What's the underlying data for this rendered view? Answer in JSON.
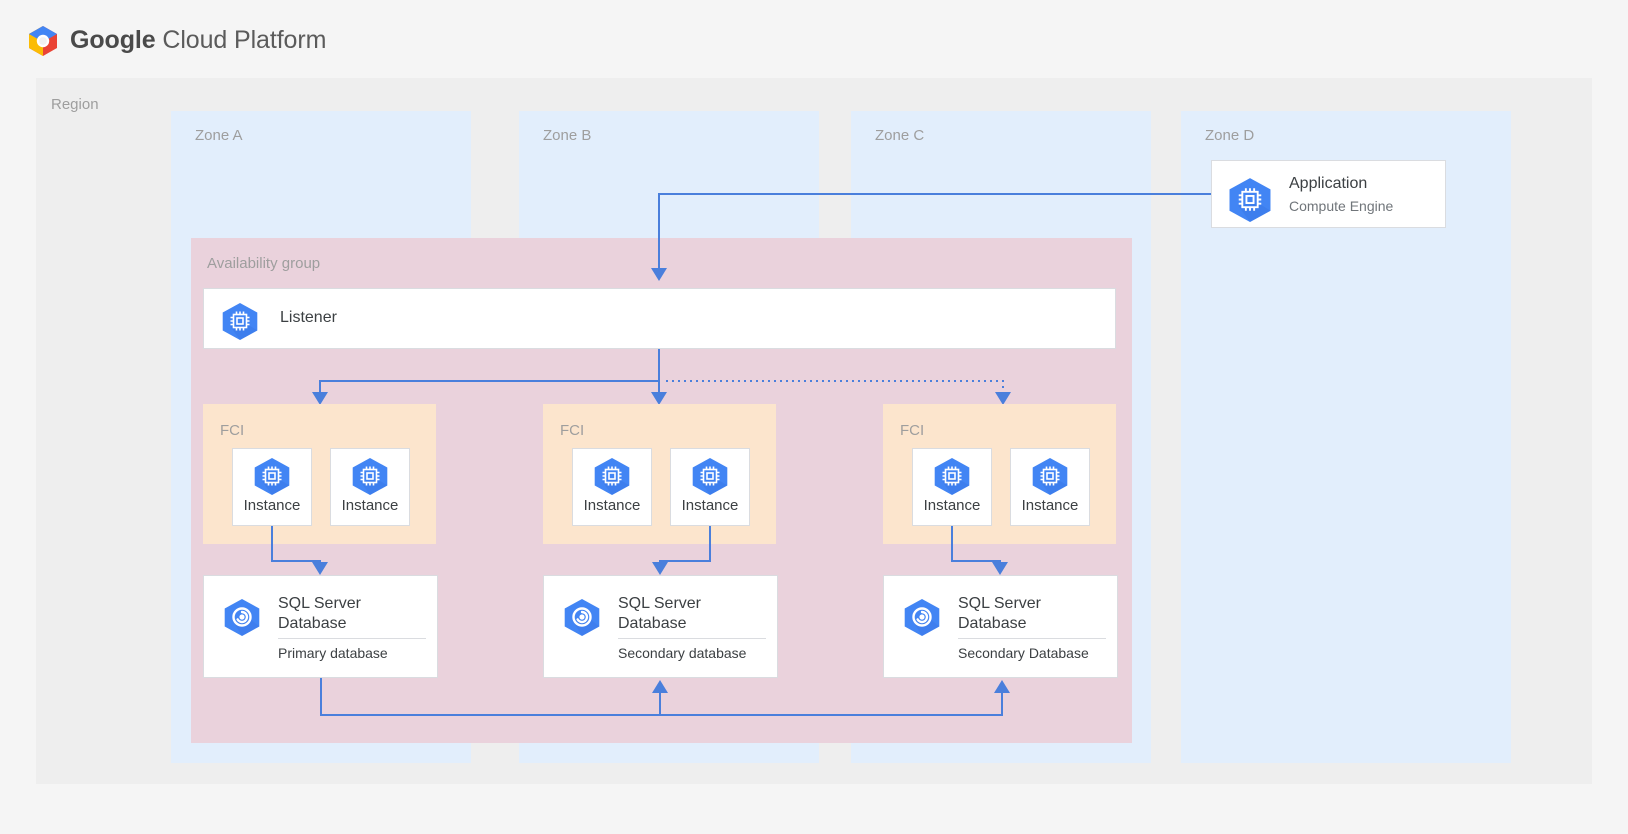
{
  "header": {
    "logo_icon": "google-cloud-platform-logo",
    "brand_google": "Google",
    "brand_rest": " Cloud Platform",
    "brand_full": "Google Cloud Platform"
  },
  "colors": {
    "page_bg": "#f5f5f5",
    "region_bg": "#eeeeee",
    "zone_bg": "#e2eefc",
    "availability_group_bg": "#ead2dc",
    "fci_bg": "#fce5cd",
    "card_bg": "#ffffff",
    "card_border": "#dadce0",
    "connector": "#4a7fdc",
    "icon_blue": "#4285f4",
    "label_gray": "#9e9e9e",
    "text_dark": "#3c4043",
    "text_sub": "#70757a"
  },
  "region": {
    "label": "Region"
  },
  "zones": [
    {
      "id": "a",
      "label": "Zone A"
    },
    {
      "id": "b",
      "label": "Zone B"
    },
    {
      "id": "c",
      "label": "Zone C"
    },
    {
      "id": "d",
      "label": "Zone D"
    }
  ],
  "application": {
    "icon": "compute-engine-icon",
    "title": "Application",
    "subtitle": "Compute Engine"
  },
  "availability_group": {
    "label": "Availability group",
    "listener": {
      "icon": "compute-engine-icon",
      "title": "Listener"
    }
  },
  "fci_groups": [
    {
      "id": "a",
      "label": "FCI",
      "instances": [
        {
          "icon": "compute-engine-icon",
          "label": "Instance"
        },
        {
          "icon": "compute-engine-icon",
          "label": "Instance"
        }
      ]
    },
    {
      "id": "b",
      "label": "FCI",
      "instances": [
        {
          "icon": "compute-engine-icon",
          "label": "Instance"
        },
        {
          "icon": "compute-engine-icon",
          "label": "Instance"
        }
      ]
    },
    {
      "id": "c",
      "label": "FCI",
      "instances": [
        {
          "icon": "compute-engine-icon",
          "label": "Instance"
        },
        {
          "icon": "compute-engine-icon",
          "label": "Instance"
        }
      ]
    }
  ],
  "databases": [
    {
      "id": "a",
      "icon": "sql-database-icon",
      "title": "SQL Server Database",
      "role": "Primary database"
    },
    {
      "id": "b",
      "icon": "sql-database-icon",
      "title": "SQL Server Database",
      "role": "Secondary database"
    },
    {
      "id": "c",
      "icon": "sql-database-icon",
      "title": "SQL Server Database",
      "role": "Secondary Database"
    }
  ],
  "connectors": {
    "app_to_listener": "solid",
    "listener_to_fci_a": "solid",
    "listener_to_fci_b": "solid",
    "listener_to_fci_c": "dotted",
    "fci_to_database": "solid",
    "primary_to_secondary_replication": "solid"
  }
}
